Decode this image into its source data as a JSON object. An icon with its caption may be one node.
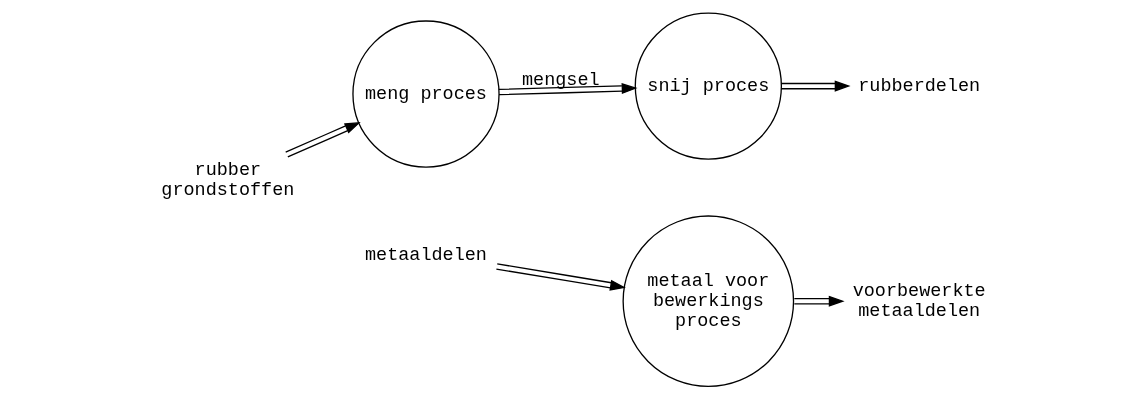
{
  "diagram": {
    "nodes": [
      {
        "text": [
          "rubber grondstoffen"
        ]
      },
      {
        "text": [
          "meng proces"
        ]
      },
      {
        "text": [
          "snij proces"
        ]
      },
      {
        "text": [
          "rubberdelen"
        ]
      },
      {
        "text": [
          "metaaldelen"
        ]
      },
      {
        "text": [
          "metaal voor bewerkings proces"
        ]
      },
      {
        "text": [
          "voorbewerkte metaaldelen"
        ]
      }
    ],
    "edges": [
      {
        "from": 0,
        "to": 1,
        "arrow": "to"
      },
      {
        "from": 1,
        "to": 2,
        "arrow": "to",
        "label": "mengsel"
      },
      {
        "from": 2,
        "to": 3,
        "arrow": "to"
      },
      {
        "from": 4,
        "to": 5,
        "arrow": "to"
      },
      {
        "from": 5,
        "to": 6,
        "arrow": "to"
      }
    ]
  }
}
